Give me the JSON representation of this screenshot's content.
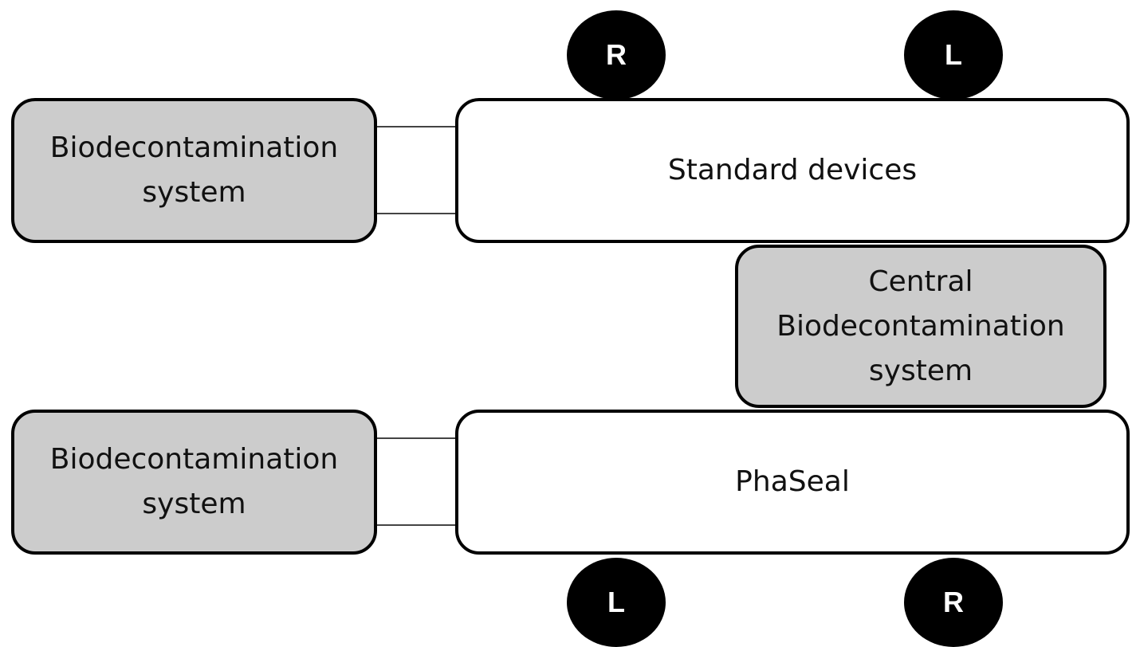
{
  "diagram": {
    "top_row": {
      "biodecontamination_label": "Biodecontamination\nsystem",
      "device_label": "Standard devices",
      "markers": [
        "R",
        "L"
      ]
    },
    "central": {
      "label": "Central\nBiodecontamination\nsystem"
    },
    "bottom_row": {
      "biodecontamination_label": "Biodecontamination\nsystem",
      "device_label": "PhaSeal",
      "markers": [
        "L",
        "R"
      ]
    },
    "colors": {
      "system_fill": "#cccccc",
      "device_fill": "#ffffff",
      "marker_fill": "#000000",
      "outline": "#000000"
    }
  }
}
